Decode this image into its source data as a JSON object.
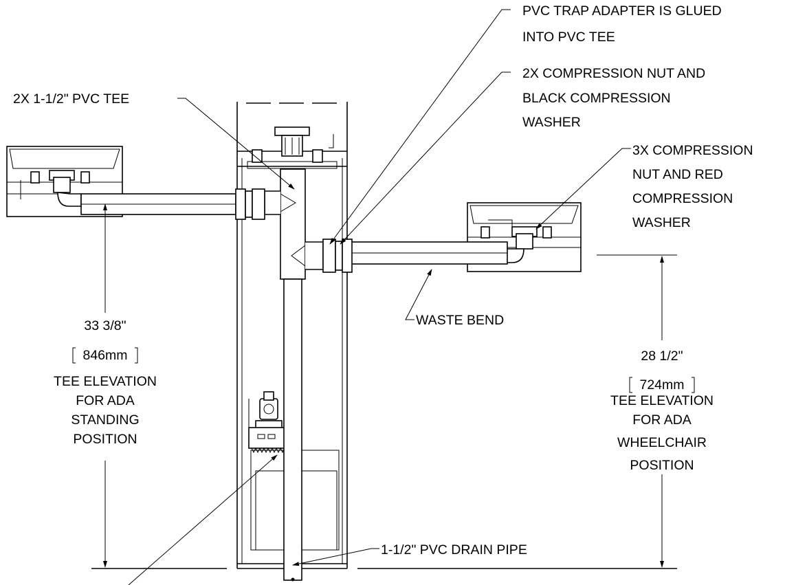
{
  "callouts": {
    "trap_adapter_line1": "PVC TRAP ADAPTER IS GLUED",
    "trap_adapter_line2": "INTO PVC TEE",
    "black_nut_line1": "2X COMPRESSION NUT AND",
    "black_nut_line2": "BLACK COMPRESSION",
    "black_nut_line3": "WASHER",
    "pvc_tee": "2X 1-1/2\" PVC TEE",
    "red_nut_line1": "3X COMPRESSION",
    "red_nut_line2": "NUT AND RED",
    "red_nut_line3": "COMPRESSION",
    "red_nut_line4": "WASHER",
    "waste_bend": "WASTE BEND",
    "drain_pipe": "1-1/2\" PVC DRAIN PIPE"
  },
  "dimensions": {
    "standing": {
      "inches": "33 3/8\"",
      "mm": "846mm",
      "note_line1": "TEE ELEVATION",
      "note_line2": "FOR ADA",
      "note_line3": "STANDING",
      "note_line4": "POSITION"
    },
    "wheelchair": {
      "inches": "28 1/2\"",
      "mm": "724mm",
      "note_line1": "TEE ELEVATION",
      "note_line2": "FOR ADA",
      "note_line3": "WHEELCHAIR",
      "note_line4": "POSITION"
    }
  }
}
